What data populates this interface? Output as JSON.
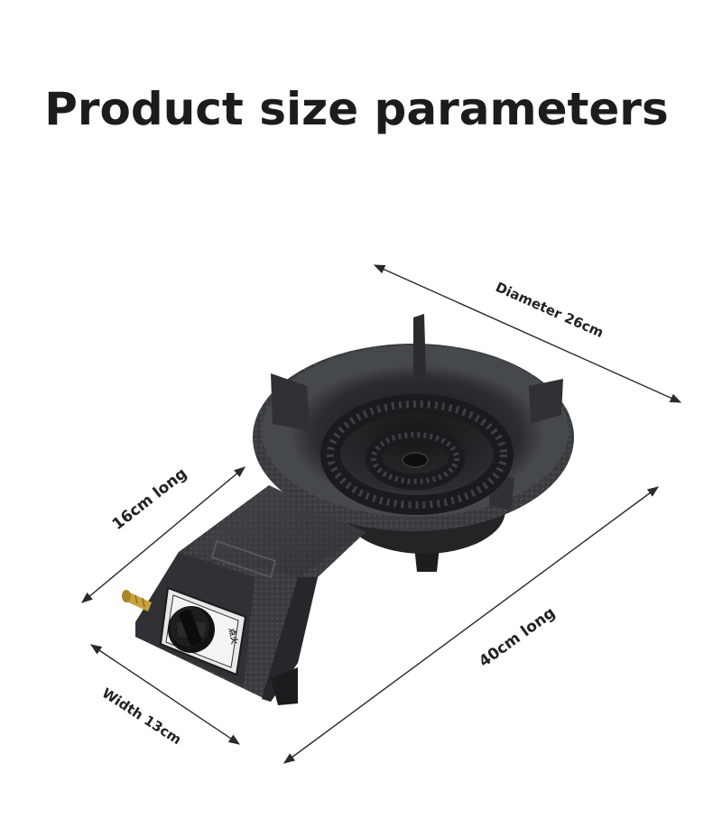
{
  "page": {
    "title": "Product size parameters"
  },
  "dimensions": {
    "diameter": "Diameter 26cm",
    "burner_arm_length": "16cm long",
    "total_length": "40cm long",
    "width": "Width 13cm"
  },
  "product": {
    "control_panel_text": "点火",
    "colors": {
      "body": "#3a3c3f",
      "body_dark": "#1f2123",
      "accent_brass": "#c9a23a",
      "arrow": "#2a2a2a"
    }
  }
}
